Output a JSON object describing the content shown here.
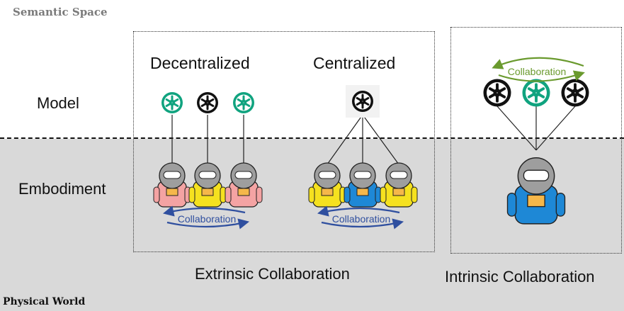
{
  "space_label": "Semantic Space",
  "world_label": "Physical World",
  "row_labels": {
    "model": "Model",
    "embodiment": "Embodiment"
  },
  "titles": {
    "decentralized": "Decentralized",
    "centralized": "Centralized"
  },
  "collaboration_label": "Collaboration",
  "captions": {
    "extrinsic": "Extrinsic Collaboration",
    "intrinsic": "Intrinsic Collaboration"
  },
  "colors": {
    "band": "#d9d9d9",
    "model_green": "#10a37f",
    "model_black": "#111111",
    "robot_pink": "#f4a3a3",
    "robot_yellow": "#f5e11f",
    "robot_blue": "#1e88d6",
    "robot_gray": "#9e9e9e",
    "arrow_blue": "#2f4f9f",
    "arrow_green": "#6a9a2e"
  },
  "icons": [
    "model-logo-icon",
    "robot-icon",
    "cycle-arrow-icon"
  ]
}
